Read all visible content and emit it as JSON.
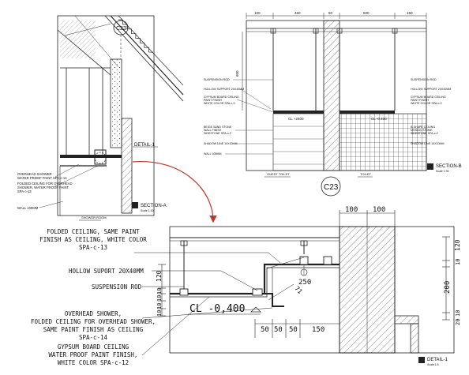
{
  "top_left": {
    "marker": "C23",
    "detail_label": "DETAIL-1",
    "notes": [
      "OVERHEAD SHOWER",
      "WATER PROOF PAINT SPA-c-14",
      "FOLDED CEILING FOR OVERHEAD",
      "SHOWER, WATER PROOF PAINT",
      "SPA-c-13",
      "WALL 100MM"
    ],
    "room_label": "SHOWER ROOM",
    "section_title": "SECTION-A",
    "section_scale": "Scale 1:30"
  },
  "top_right": {
    "dims_top": [
      "100",
      "450",
      "50",
      "500",
      "150"
    ],
    "dim_left": "600",
    "left_labels": [
      "SUSPENSION ROD",
      "HOLLOW SUPPORT 20X40MM",
      "GYPSUM BOARD CEILING",
      "PAINT FINISH",
      "WHITE COLOR SPA-c-9",
      "BEIGE SAND STONE",
      "WALL FINISH",
      "SIDESTONE SPA-c-2",
      "SHADOW LINE 10X10MM",
      "WALL 100MM"
    ],
    "right_labels": [
      "SUSPENSION ROD",
      "HOLLOW SUPPORT 20X40MM",
      "GYPSUM BOARD CEILING",
      "PAINT FINISH",
      "WHITE COLOR SPA-c-9",
      "B-SHAPE CEILING",
      "MOSAIC STONE",
      "SIDESTONE SPA-c-2",
      "SHADOW LINE 10X10MM"
    ],
    "level_left": "CL +2400",
    "level_right": "CL -0.400",
    "room_left": "GUEST TOILET",
    "room_right": "TOILET",
    "marker": "C23",
    "section_title": "SECTION-B",
    "section_scale": "Scale 1:30"
  },
  "detail": {
    "notes": [
      "FOLDED CEILING, SAME PAINT",
      "FINISH AS CEILING, WHITE COLOR",
      "SPA-c-13",
      "HOLLOW SUPORT 20X40MM",
      "SUSPENSION ROD",
      "OVERHEAD SHOWER,",
      "FOLDED CEILING FOR OVERHEAD SHOWER,",
      "SAME PAINT FINISH AS CEILING",
      "SPA-c-14",
      "GYPSUM BOARD CEILING",
      "WATER PROOF PAINT FINISH,",
      "WHITE COLOR SPA-c-12"
    ],
    "dims_top": [
      "100",
      "100"
    ],
    "dims_right": [
      "120",
      "10",
      "200",
      "10",
      "20"
    ],
    "dims_left": [
      "120",
      "10",
      "10",
      "10",
      "10"
    ],
    "dims_bottom": [
      "50",
      "50",
      "50",
      "150"
    ],
    "dim_250": "250",
    "dim_71": "71",
    "level": "CL -0,400",
    "title": "DETAIL-1",
    "scale": "Scale 1:5"
  }
}
